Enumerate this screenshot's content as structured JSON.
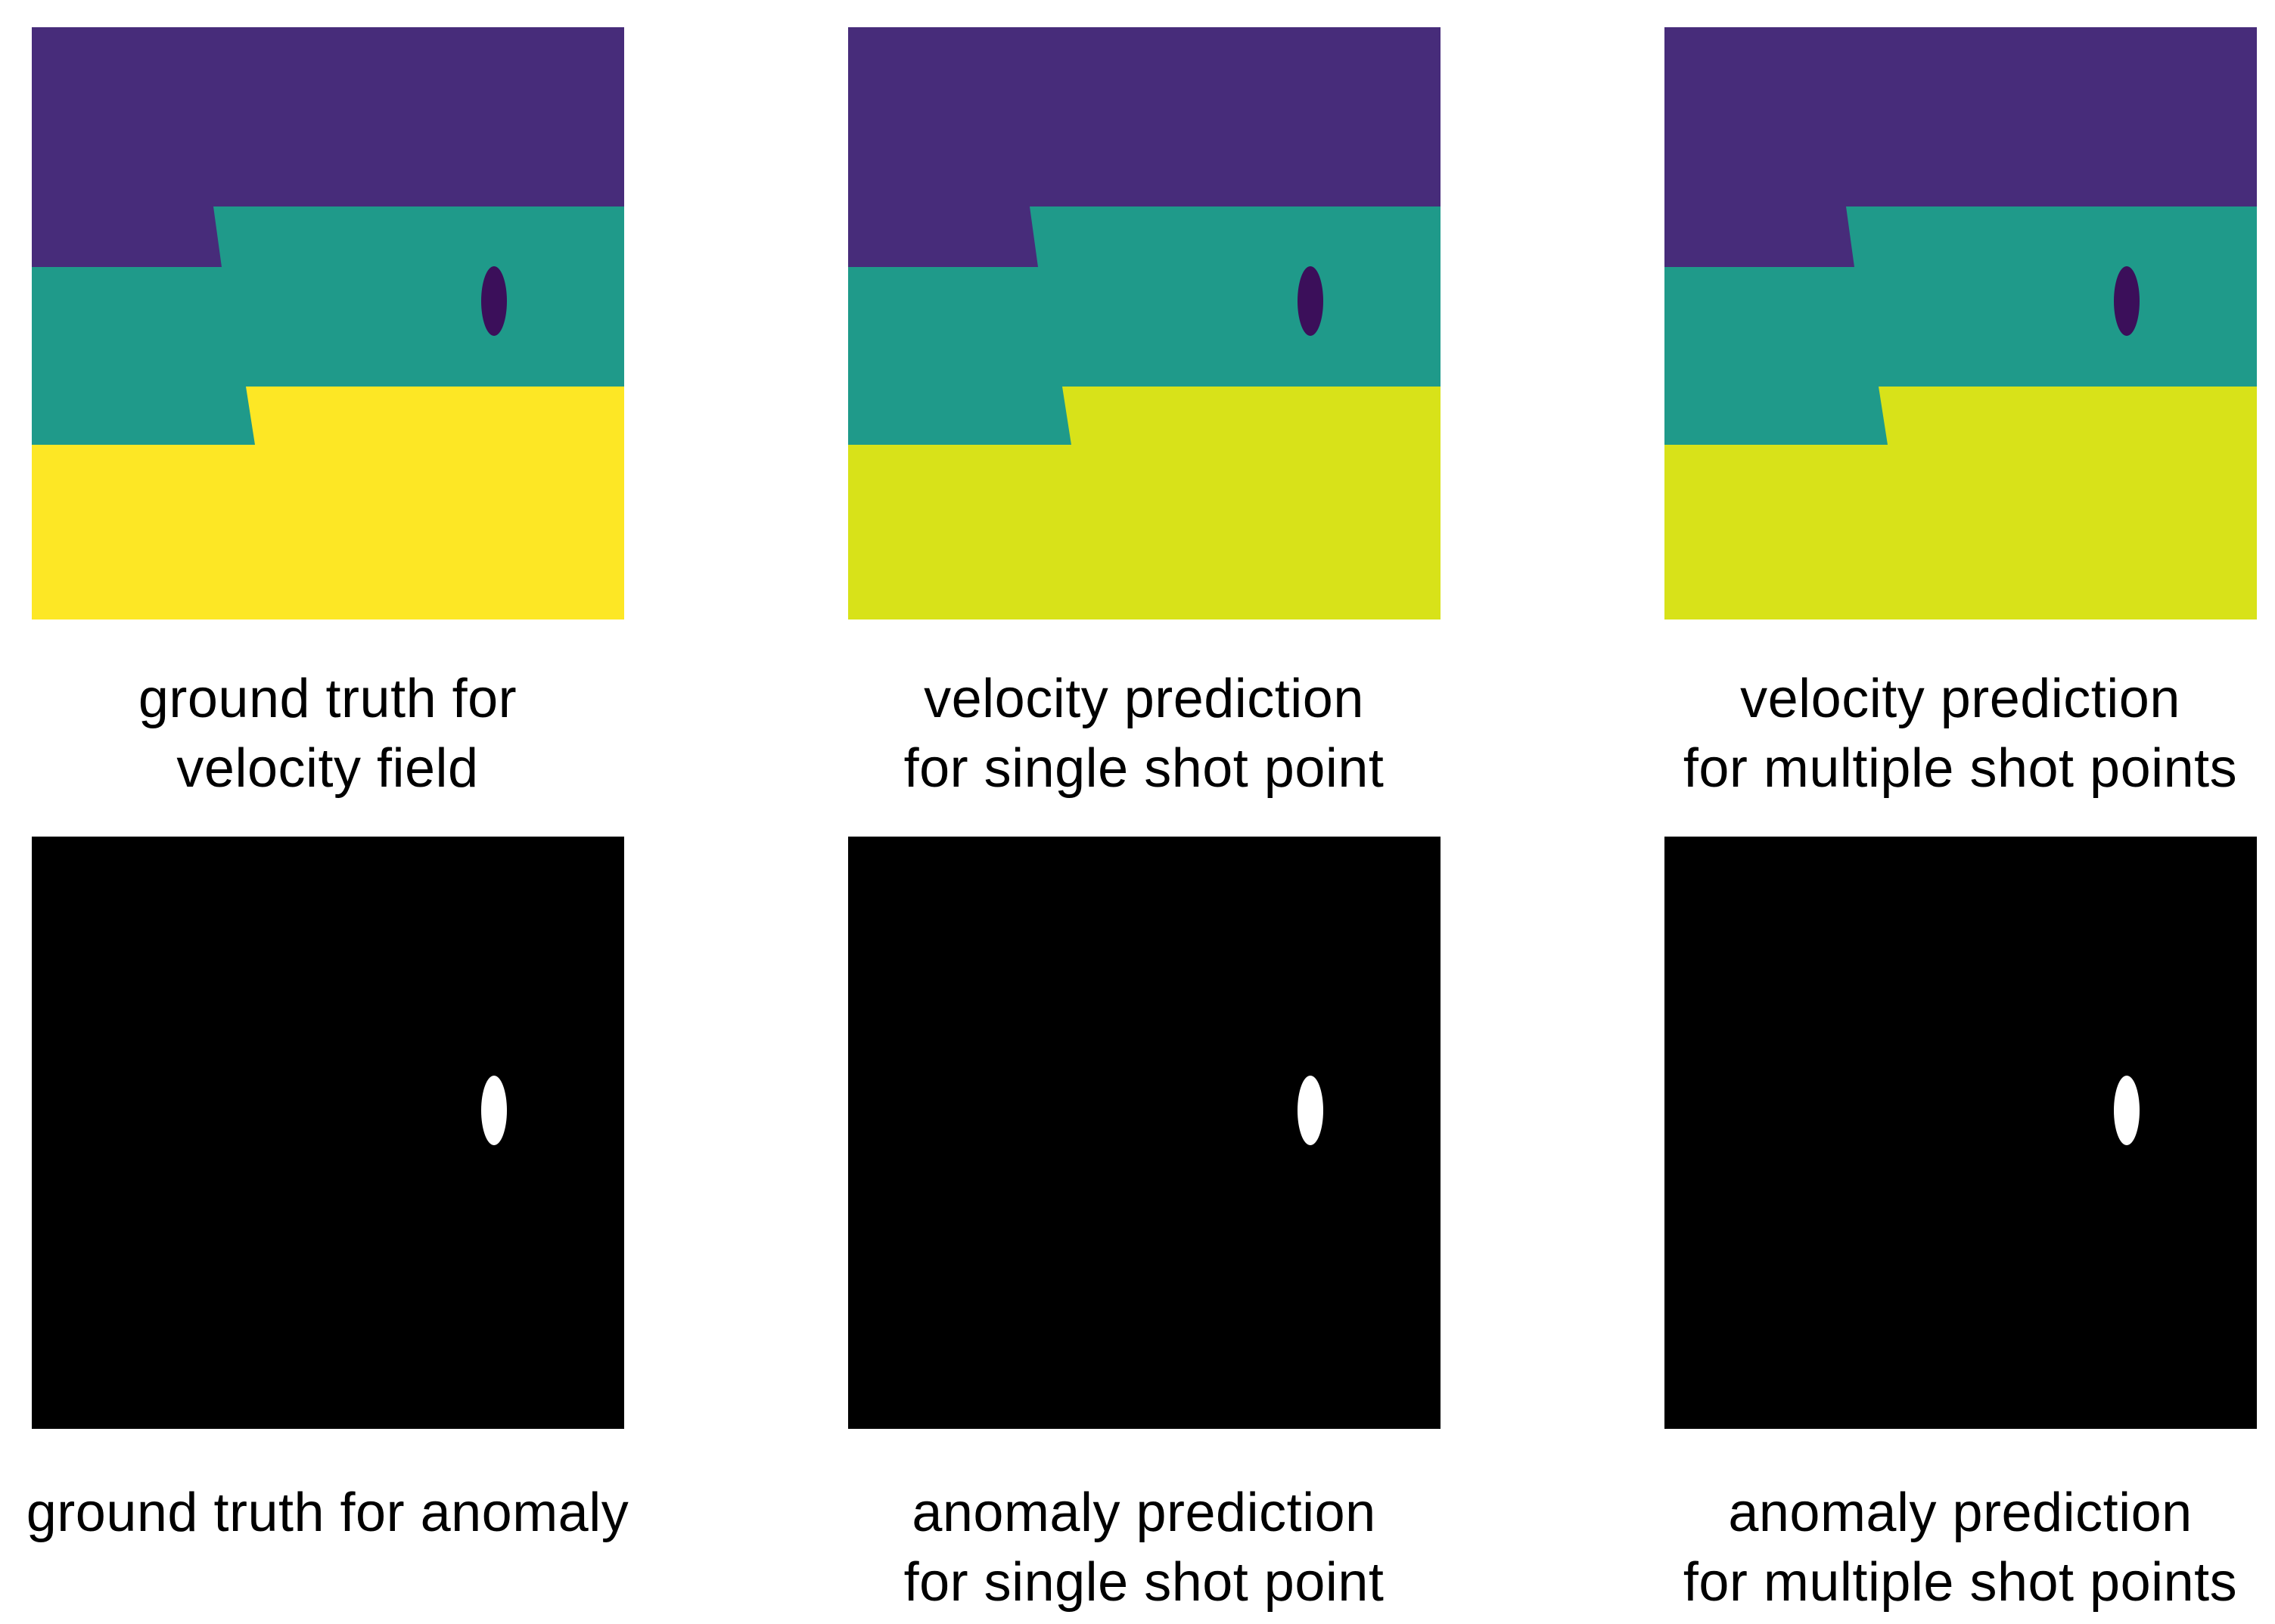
{
  "colors": {
    "layer_top": "#472C7A",
    "layer_mid": "#1F9A8A",
    "layer_bottom_truth": "#FDE725",
    "layer_bottom_pred": "#D8E219",
    "anomaly_dark": "#3B0F5A",
    "mask_background": "#000000",
    "mask_anomaly": "#FFFFFF"
  },
  "panels": {
    "gt_velocity": {
      "caption_line1": "ground truth for",
      "caption_line2": "velocity field"
    },
    "pred_velocity_single": {
      "caption_line1": "velocity prediction",
      "caption_line2": "for single shot point"
    },
    "pred_velocity_multi": {
      "caption_line1": "velocity prediction",
      "caption_line2": "for multiple shot points"
    },
    "gt_anomaly": {
      "caption_line1": "ground truth for anomaly"
    },
    "pred_anomaly_single": {
      "caption_line1": "anomaly prediction",
      "caption_line2": "for single shot point"
    },
    "pred_anomaly_multi": {
      "caption_line1": "anomaly prediction",
      "caption_line2": "for multiple shot points"
    }
  }
}
